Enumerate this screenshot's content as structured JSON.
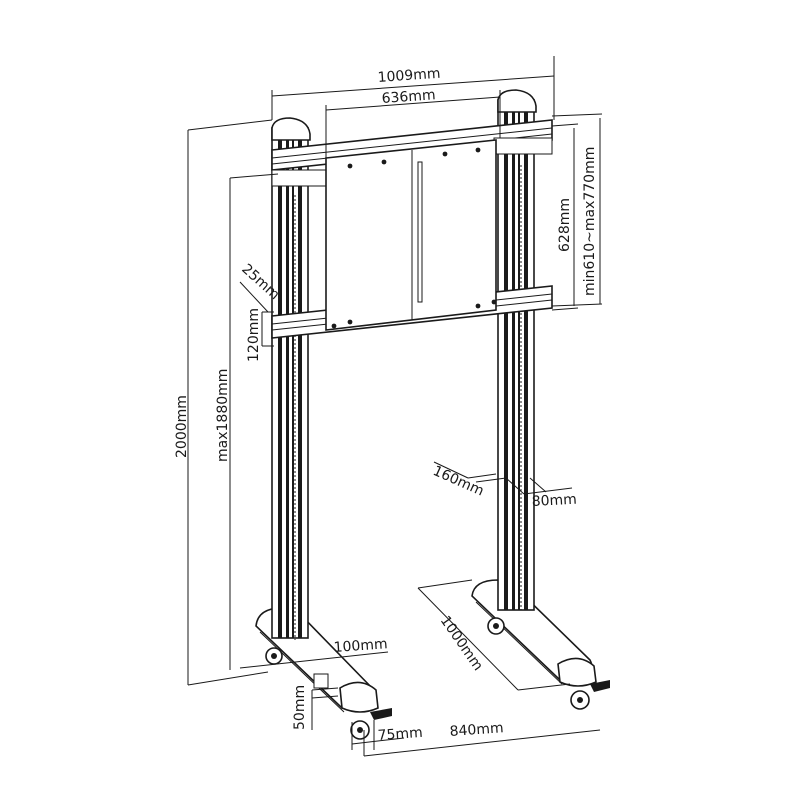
{
  "product": {
    "type": "mobile-tv-stand-dimension-drawing",
    "colors": {
      "line": "#1a1a1a",
      "background": "#ffffff",
      "shade": "#d9d9d9"
    }
  },
  "dimensions": {
    "overall_width": "1009mm",
    "plate_width": "636mm",
    "plate_height": "628mm",
    "plate_height_range": "min610~max770mm",
    "overall_height": "2000mm",
    "max_mount_height": "max1880mm",
    "rail_depth": "25mm",
    "rail_height": "120mm",
    "column_depth": "160mm",
    "column_width": "80mm",
    "base_depth": "1000mm",
    "base_width": "100mm",
    "base_height": "50mm",
    "caster_size": "75mm",
    "base_spacing": "840mm"
  }
}
